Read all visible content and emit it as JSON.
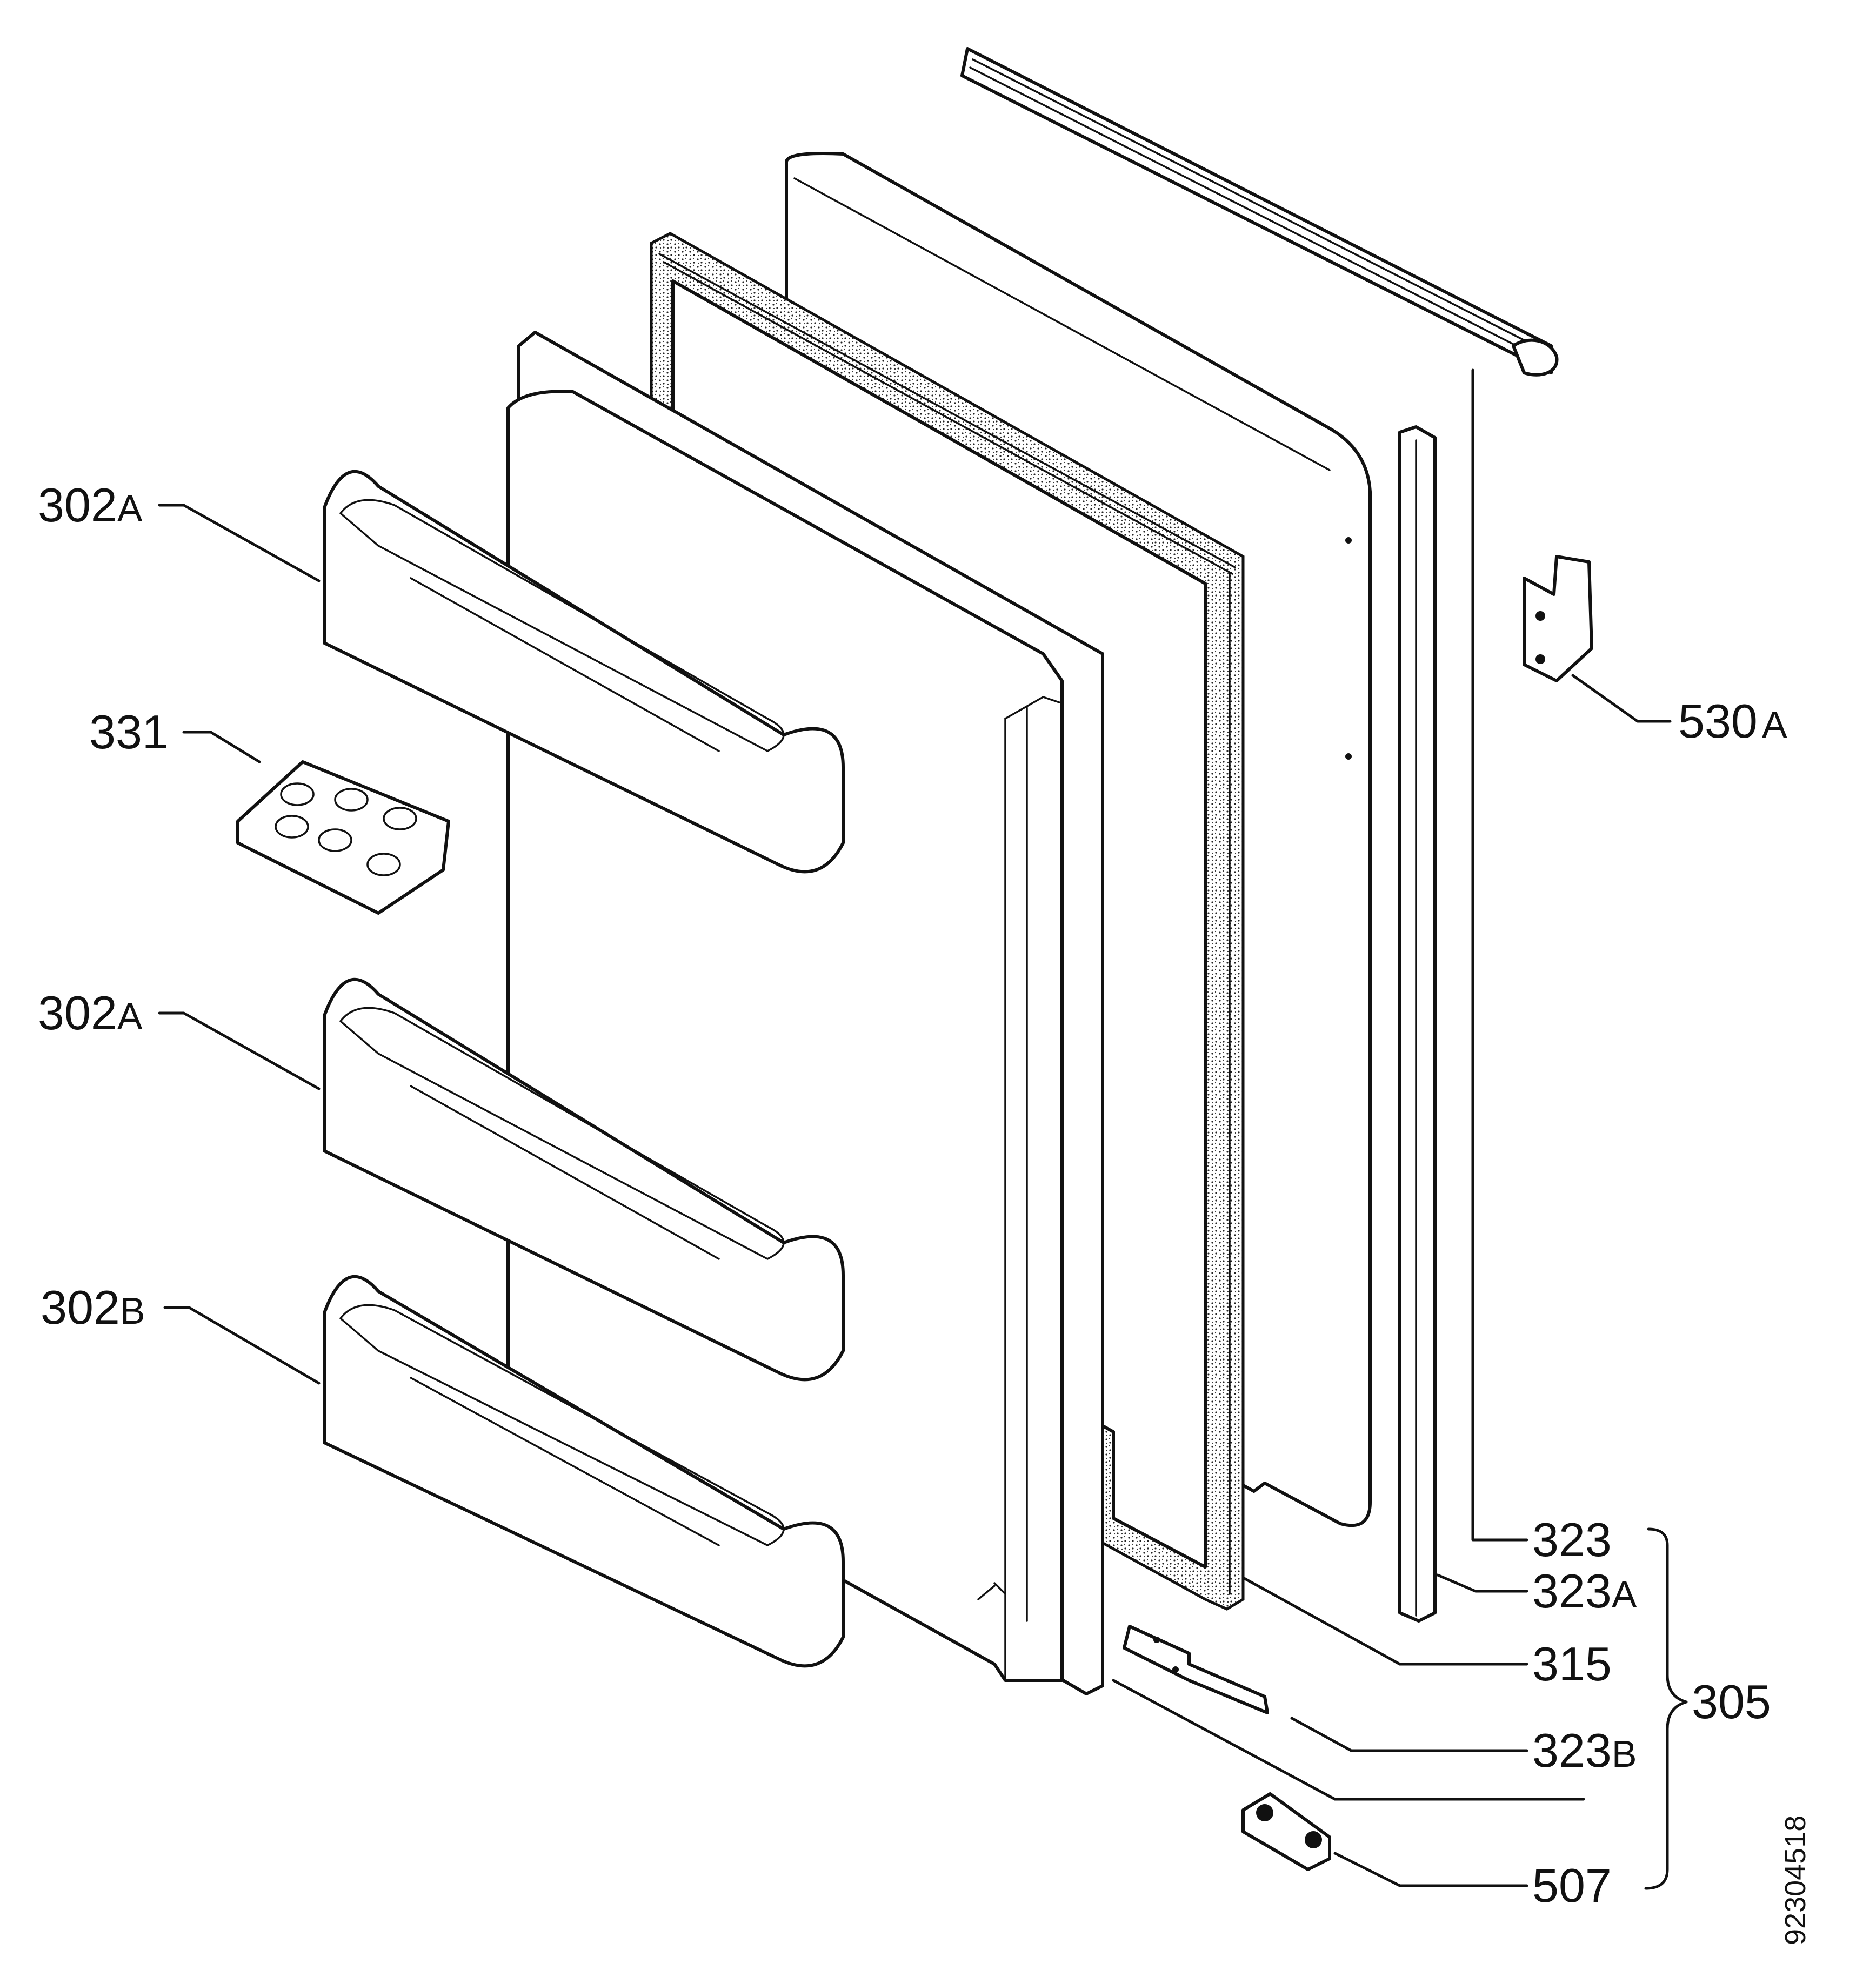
{
  "callouts": [
    {
      "id": "302a-top",
      "number": "302",
      "suffix": "A"
    },
    {
      "id": "331",
      "number": "331",
      "suffix": ""
    },
    {
      "id": "302a-mid",
      "number": "302",
      "suffix": "A"
    },
    {
      "id": "302b",
      "number": "302",
      "suffix": "B"
    },
    {
      "id": "530a",
      "number": "530",
      "suffix": "A"
    },
    {
      "id": "323",
      "number": "323",
      "suffix": ""
    },
    {
      "id": "323a",
      "number": "323",
      "suffix": "A"
    },
    {
      "id": "315",
      "number": "315",
      "suffix": ""
    },
    {
      "id": "323b",
      "number": "323",
      "suffix": "B"
    },
    {
      "id": "507",
      "number": "507",
      "suffix": ""
    }
  ],
  "group_label": "305",
  "drawing_number": "92304518",
  "colors": {
    "line": "#111111",
    "background": "#ffffff"
  }
}
